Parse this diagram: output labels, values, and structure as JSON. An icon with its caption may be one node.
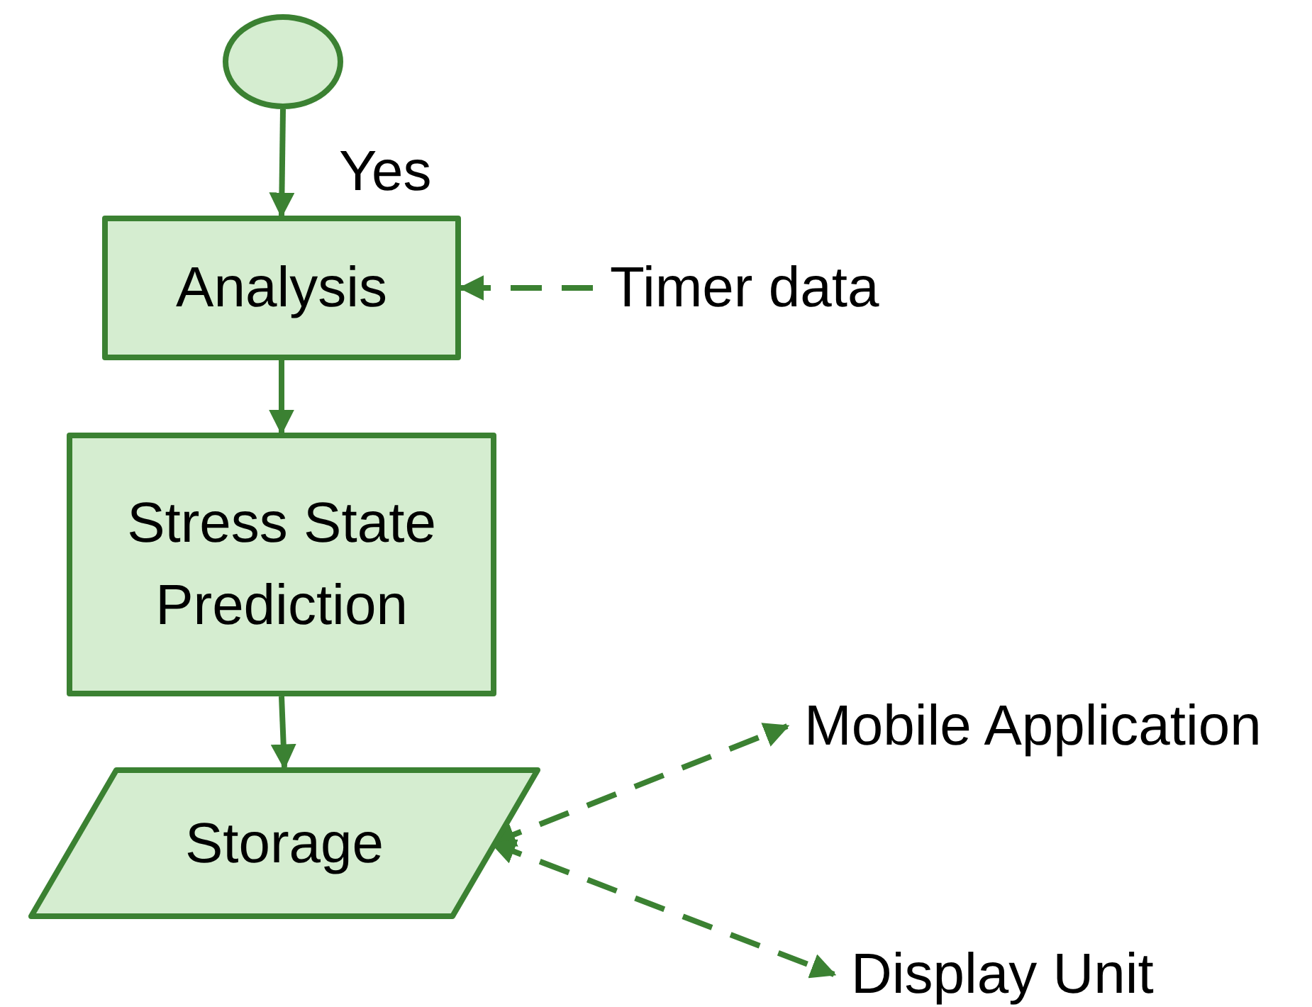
{
  "diagram": {
    "nodes": [
      {
        "text": [],
        "shape": "circle"
      },
      {
        "text": [
          "Analysis"
        ]
      },
      {
        "text": [
          "Timer data"
        ]
      },
      {
        "text": [
          "Stress State Prediction"
        ]
      },
      {
        "text": [
          "Storage"
        ]
      },
      {
        "text": [
          "Mobile Application"
        ]
      },
      {
        "text": [
          "Display Unit"
        ]
      }
    ],
    "edges": [
      {
        "from": 0,
        "to": 1,
        "arrow": "to",
        "label": "Yes"
      },
      {
        "from": 2,
        "to": 1,
        "arrow": "to",
        "style": "dashed"
      },
      {
        "from": 1,
        "to": 3,
        "arrow": "to"
      },
      {
        "from": 3,
        "to": 4,
        "arrow": "to"
      },
      {
        "from": 4,
        "to": 5,
        "arrow": "both",
        "style": "dashed"
      },
      {
        "from": 4,
        "to": 6,
        "arrow": "both",
        "style": "dashed"
      }
    ]
  }
}
